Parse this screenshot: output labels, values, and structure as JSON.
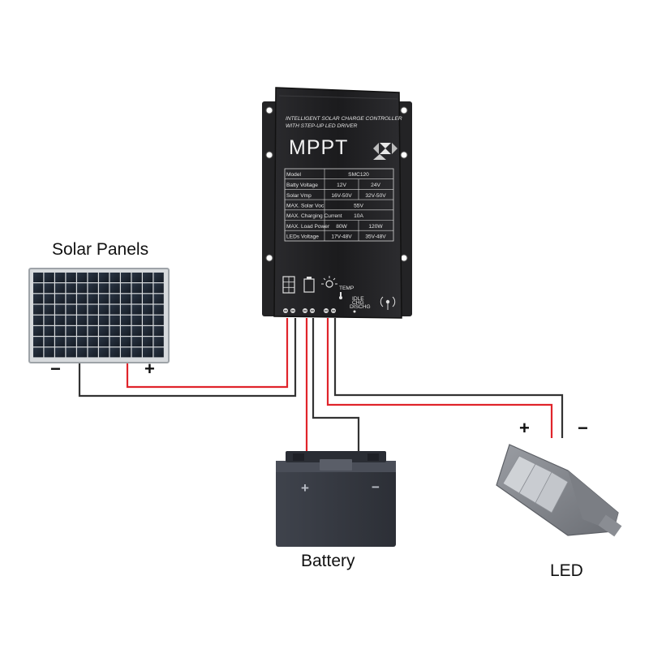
{
  "labels": {
    "solar_panels": "Solar Panels",
    "battery": "Battery",
    "led": "LED",
    "solar_minus": "−",
    "solar_plus": "+",
    "led_plus": "+",
    "led_minus": "−",
    "battery_plus": "+",
    "battery_minus": "−"
  },
  "controller": {
    "header_line1": "INTELLIGENT SOLAR CHARGE CONTROLLER",
    "header_line2": "WITH STEP-UP LED DRIVER",
    "brand": "MPPT",
    "specs": [
      {
        "label": "Model",
        "v1": "SMC120",
        "v2": ""
      },
      {
        "label": "Batty Voltage",
        "v1": "12V",
        "v2": "24V"
      },
      {
        "label": "Solar Vmp",
        "v1": "16V-50V",
        "v2": "32V-50V"
      },
      {
        "label": "MAX. Solar Voc",
        "v1": "55V",
        "v2": ""
      },
      {
        "label": "MAX. Charging Current",
        "v1": "10A",
        "v2": ""
      },
      {
        "label": "MAX. Load Power",
        "v1": "80W",
        "v2": "120W"
      },
      {
        "label": "LEDs Voltage",
        "v1": "17V-48V",
        "v2": "35V-48V"
      }
    ],
    "status_text": [
      "IDLE",
      "CHG",
      "DISCHG"
    ],
    "temp_text": "TEMP"
  },
  "colors": {
    "wire_positive": "#e0242b",
    "wire_negative": "#333333",
    "controller_body": "#1f1f21",
    "panel_cell": "#1c2430",
    "battery_body": "#3a3d46"
  }
}
